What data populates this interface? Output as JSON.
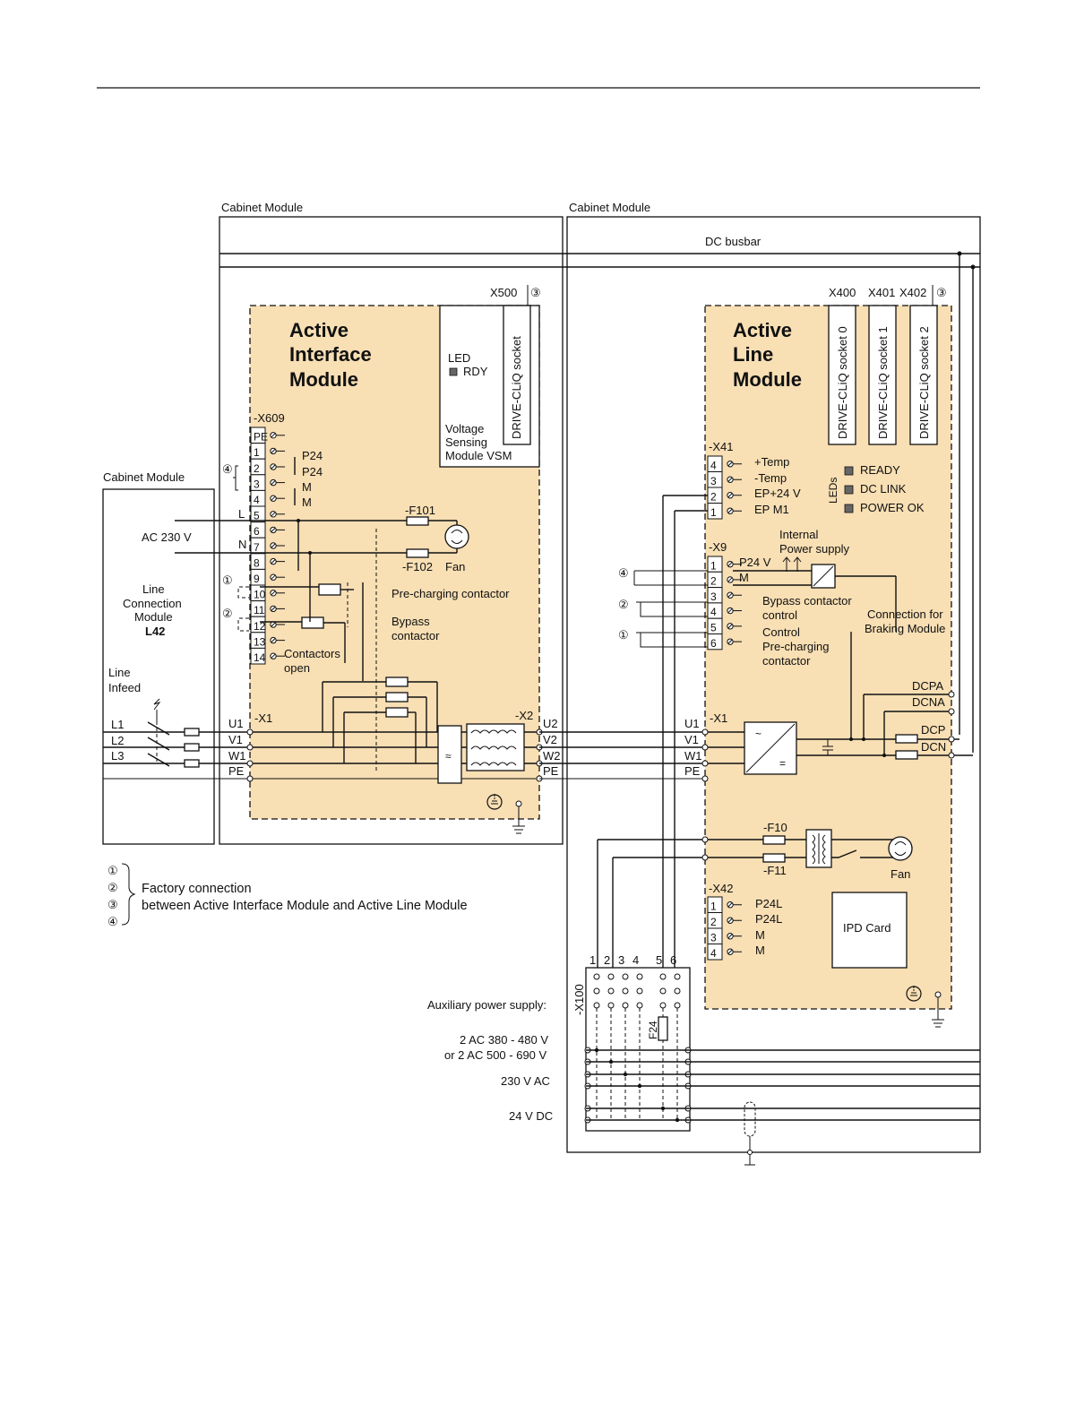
{
  "cabinet_labels": {
    "left_cabinet": "Cabinet Module",
    "right_cabinet": "Cabinet Module",
    "line_cabinet": "Cabinet Module",
    "dc_busbar": "DC busbar"
  },
  "line_connection": {
    "ac_label": "AC 230 V",
    "module_line1": "Line",
    "module_line2": "Connection",
    "module_line3": "Module",
    "module_code": "L42",
    "infeed_line1": "Line",
    "infeed_line2": "Infeed",
    "phases": [
      "L1",
      "L2",
      "L3"
    ]
  },
  "aim": {
    "title": [
      "Active",
      "Interface",
      "Module"
    ],
    "x500": "X500",
    "socket_mark": "③",
    "led": "LED",
    "rdy": "RDY",
    "vsm": [
      "Voltage",
      "Sensing",
      "Module VSM"
    ],
    "drive_cliq": "DRIVE-CLiQ socket",
    "x609": "-X609",
    "x609_pins": [
      "PE",
      "1",
      "2",
      "3",
      "4",
      "5",
      "6",
      "7",
      "8",
      "9",
      "10",
      "11",
      "12",
      "13",
      "14"
    ],
    "p24_a": "P24",
    "p24_b": "P24",
    "m_a": "M",
    "m_b": "M",
    "l": "L",
    "n": "N",
    "f101": "-F101",
    "f102": "-F102",
    "fan": "Fan",
    "precharge": "Pre-charging contactor",
    "bypass": [
      "Bypass",
      "contactor"
    ],
    "contactors": [
      "Contactors",
      "open"
    ],
    "x1": "-X1",
    "x2": "-X2",
    "x1_pins": [
      "U1",
      "V1",
      "W1",
      "PE"
    ],
    "x2_pins": [
      "U2",
      "V2",
      "W2",
      "PE"
    ],
    "circle_marks": [
      "④",
      "①",
      "②"
    ]
  },
  "alm": {
    "title": [
      "Active",
      "Line",
      "Module"
    ],
    "x400": "X400",
    "x401": "X401",
    "x402": "X402",
    "socket_mark": "③",
    "sockets": [
      "DRIVE-CLiQ socket 0",
      "DRIVE-CLiQ socket 1",
      "DRIVE-CLiQ socket 2"
    ],
    "x41": "-X41",
    "x41_pins": [
      "4",
      "3",
      "2",
      "1"
    ],
    "x41_labels": [
      "+Temp",
      "-Temp",
      "EP+24 V",
      "EP M1"
    ],
    "leds_label": "LEDs",
    "leds": [
      "READY",
      "DC LINK",
      "POWER OK"
    ],
    "x9": "-X9",
    "x9_pins": [
      "1",
      "2",
      "3",
      "4",
      "5",
      "6"
    ],
    "p24v": "P24 V",
    "m": "M",
    "internal_ps": [
      "Internal",
      "Power supply"
    ],
    "bypass_ctrl": [
      "Bypass contactor",
      "control"
    ],
    "precharge_ctrl": [
      "Control",
      "Pre-charging",
      "contactor"
    ],
    "braking": [
      "Connection for",
      "Braking Module"
    ],
    "circle_marks": [
      "④",
      "②",
      "①"
    ],
    "x1": "-X1",
    "x1_pins": [
      "U1",
      "V1",
      "W1",
      "PE"
    ],
    "dc": [
      "DCPA",
      "DCNA",
      "DCP",
      "DCN"
    ],
    "f10": "-F10",
    "f11": "-F11",
    "fan": "Fan",
    "x42": "-X42",
    "x42_pins": [
      "1",
      "2",
      "3",
      "4"
    ],
    "x42_labels": [
      "P24L",
      "P24L",
      "M",
      "M"
    ],
    "ipd": "IPD Card"
  },
  "aux": {
    "x100": "-X100",
    "pins": [
      "1",
      "2",
      "3",
      "4",
      "5",
      "6"
    ],
    "f24": "F24",
    "title": "Auxiliary power supply:",
    "v1": "2 AC 380 - 480 V",
    "v2": "or 2 AC 500 - 690 V",
    "v3": "230 V AC",
    "v4": "24 V DC"
  },
  "legend": {
    "marks": [
      "①",
      "②",
      "③",
      "④"
    ],
    "line1": "Factory connection",
    "line2": "between Active Interface Module and Active Line Module"
  }
}
